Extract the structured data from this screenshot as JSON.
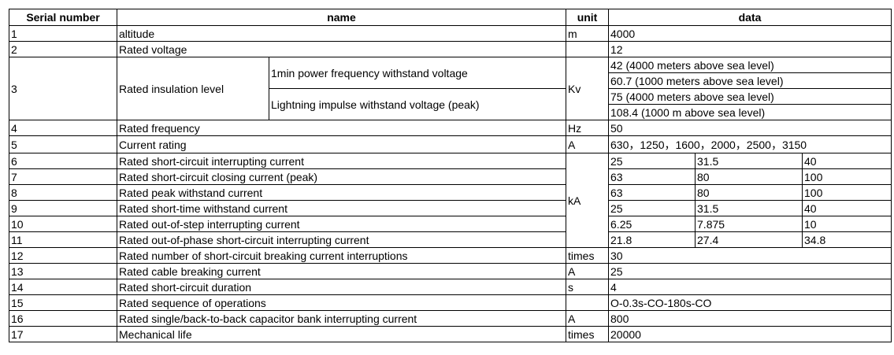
{
  "headers": {
    "serial": "Serial number",
    "name": "name",
    "unit": "unit",
    "data": "data"
  },
  "rows": {
    "r1": {
      "serial": "1",
      "name": "altitude",
      "unit": "m",
      "data": "4000"
    },
    "r2": {
      "serial": "2",
      "name": "Rated voltage",
      "data": "12"
    },
    "r3": {
      "serial": "3",
      "name": "Rated insulation level",
      "unit": "Kv",
      "sub1": "1min power frequency withstand voltage",
      "sub2": "Lightning impulse withstand voltage (peak)",
      "d1": "42 (4000 meters above sea level)",
      "d2": "60.7 (1000 meters above sea level)",
      "d3": "75 (4000 meters above sea level)",
      "d4": "108.4 (1000 m above sea level)"
    },
    "r4": {
      "serial": "4",
      "name": "Rated frequency",
      "unit": "Hz",
      "data": "50"
    },
    "r5": {
      "serial": "5",
      "name": "Current rating",
      "unit": "A",
      "data": "630，1250，1600，2000，2500，3150"
    },
    "ka_unit": "kA",
    "r6": {
      "serial": "6",
      "name": "Rated short-circuit interrupting current",
      "v": [
        "25",
        "31.5",
        "40"
      ]
    },
    "r7": {
      "serial": "7",
      "name": "Rated short-circuit closing current (peak)",
      "v": [
        "63",
        "80",
        "100"
      ]
    },
    "r8": {
      "serial": "8",
      "name": "Rated peak withstand current",
      "v": [
        "63",
        "80",
        "100"
      ]
    },
    "r9": {
      "serial": "9",
      "name": "Rated short-time withstand current",
      "v": [
        "25",
        "31.5",
        "40"
      ]
    },
    "r10": {
      "serial": "10",
      "name": "Rated out-of-step interrupting current",
      "v": [
        "6.25",
        "7.875",
        "10"
      ]
    },
    "r11": {
      "serial": "11",
      "name": "Rated out-of-phase short-circuit interrupting current",
      "v": [
        "21.8",
        "27.4",
        "34.8"
      ]
    },
    "r12": {
      "serial": "12",
      "name": "Rated number of short-circuit breaking current interruptions",
      "unit": "times",
      "data": "30"
    },
    "r13": {
      "serial": "13",
      "name": "Rated cable breaking current",
      "unit": "A",
      "data": "25"
    },
    "r14": {
      "serial": "14",
      "name": "Rated short-circuit duration",
      "unit": "s",
      "data": "4"
    },
    "r15": {
      "serial": "15",
      "name": "Rated sequence of operations",
      "data": "O-0.3s-CO-180s-CO"
    },
    "r16": {
      "serial": "16",
      "name": "Rated single/back-to-back capacitor bank interrupting current",
      "unit": "A",
      "data": "800"
    },
    "r17": {
      "serial": "17",
      "name": "Mechanical life",
      "unit": "times",
      "data": "20000"
    }
  }
}
